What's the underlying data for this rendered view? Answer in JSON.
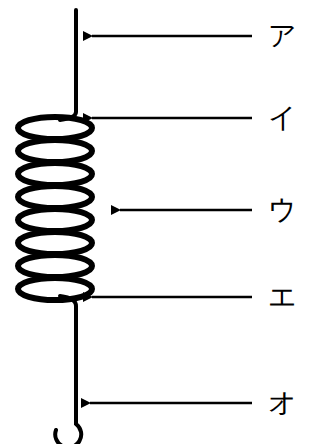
{
  "diagram": {
    "labels": [
      "ア",
      "イ",
      "ウ",
      "エ",
      "オ"
    ]
  }
}
